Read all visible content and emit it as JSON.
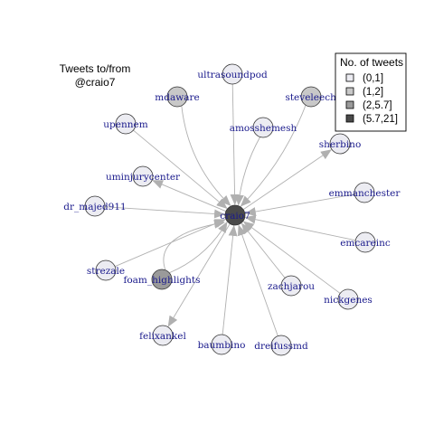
{
  "title_lines": [
    "Tweets to/from",
    "@craio7"
  ],
  "legend": {
    "title": "No. of tweets",
    "items": [
      {
        "label": "(0,1]",
        "color": "#ececf2"
      },
      {
        "label": "(1,2]",
        "color": "#c8c8c8"
      },
      {
        "label": "(2,5.7]",
        "color": "#9a9a9a"
      },
      {
        "label": "(5.7,21]",
        "color": "#4a4a4a"
      }
    ]
  },
  "center": "craio7",
  "nodes": [
    {
      "id": "ultrasoundpod",
      "bin": 0
    },
    {
      "id": "mdaware",
      "bin": 1
    },
    {
      "id": "steveleechmd",
      "bin": 1
    },
    {
      "id": "amosshemesh",
      "bin": 0
    },
    {
      "id": "upennem",
      "bin": 0
    },
    {
      "id": "sherbino",
      "bin": 0
    },
    {
      "id": "uminjurycenter",
      "bin": 0
    },
    {
      "id": "emmanchester",
      "bin": 0
    },
    {
      "id": "dr_majed911",
      "bin": 0
    },
    {
      "id": "craio7",
      "bin": 3
    },
    {
      "id": "emcareinc",
      "bin": 0
    },
    {
      "id": "strezale",
      "bin": 0
    },
    {
      "id": "foam_highlights",
      "bin": 2
    },
    {
      "id": "zachjarou",
      "bin": 0
    },
    {
      "id": "nickgenes",
      "bin": 0
    },
    {
      "id": "felixankel",
      "bin": 0
    },
    {
      "id": "baumbino",
      "bin": 0
    },
    {
      "id": "dreifussmd",
      "bin": 0
    }
  ],
  "edges": [
    {
      "from": "ultrasoundpod",
      "to": "craio7"
    },
    {
      "from": "mdaware",
      "to": "craio7"
    },
    {
      "from": "steveleechmd",
      "to": "craio7"
    },
    {
      "from": "amosshemesh",
      "to": "craio7"
    },
    {
      "from": "upennem",
      "to": "craio7"
    },
    {
      "from": "craio7",
      "to": "sherbino"
    },
    {
      "from": "craio7",
      "to": "uminjurycenter"
    },
    {
      "from": "emmanchester",
      "to": "craio7"
    },
    {
      "from": "dr_majed911",
      "to": "craio7"
    },
    {
      "from": "emcareinc",
      "to": "craio7"
    },
    {
      "from": "strezale",
      "to": "craio7"
    },
    {
      "from": "foam_highlights",
      "to": "craio7"
    },
    {
      "from": "zachjarou",
      "to": "craio7"
    },
    {
      "from": "nickgenes",
      "to": "craio7"
    },
    {
      "from": "craio7",
      "to": "felixankel"
    },
    {
      "from": "baumbino",
      "to": "craio7"
    },
    {
      "from": "dreifussmd",
      "to": "craio7"
    }
  ]
}
